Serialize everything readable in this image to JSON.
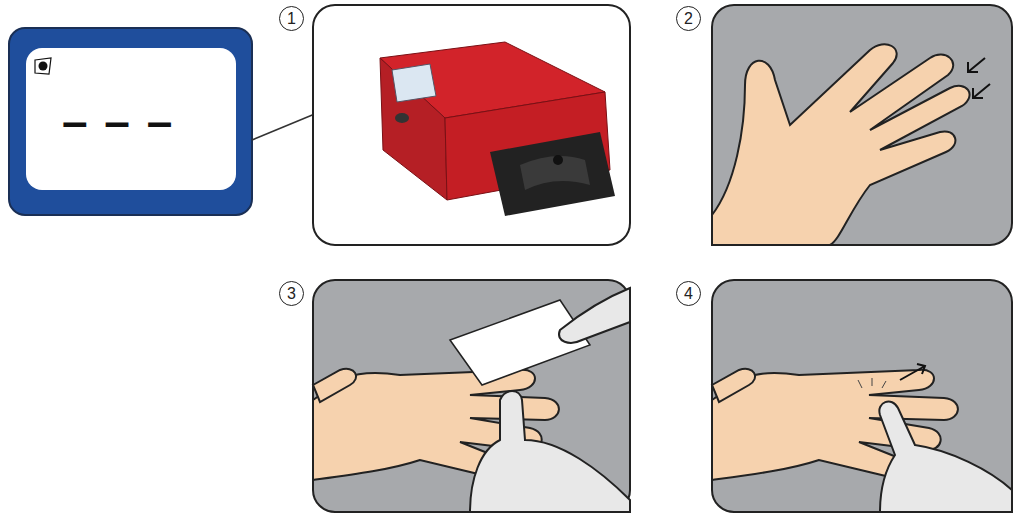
{
  "diagram": {
    "nodes": [
      {
        "text": [
          "– – –"
        ]
      },
      {
        "text": [
          "1"
        ]
      },
      {
        "text": [
          "2"
        ]
      },
      {
        "text": [
          "3"
        ]
      },
      {
        "text": [
          "4"
        ]
      }
    ]
  }
}
